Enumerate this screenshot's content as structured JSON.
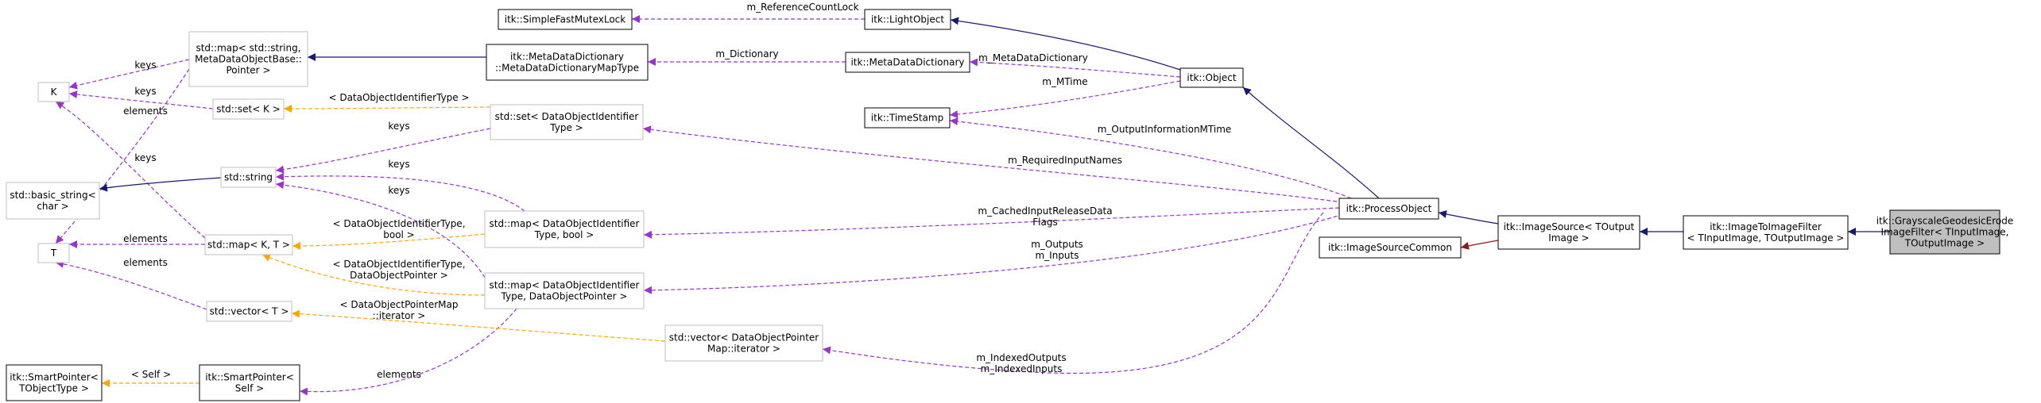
{
  "colors": {
    "inheritance": "#191970",
    "usage": "#9a32cd",
    "template": "#ffa500",
    "protected": "#8b1a1a"
  },
  "nodes": [
    {
      "id": "grayscale",
      "lines": [
        "itk::GrayscaleGeodesicErode",
        "ImageFilter< TInputImage,",
        "TOutputImage >"
      ],
      "style": "focus"
    },
    {
      "id": "imagetoimage",
      "lines": [
        "itk::ImageToImageFilter",
        "< TInputImage, TOutputImage >"
      ],
      "style": "normal"
    },
    {
      "id": "imagesource",
      "lines": [
        "itk::ImageSource< TOutput",
        "Image >"
      ],
      "style": "normal"
    },
    {
      "id": "imagesourcecommon",
      "lines": [
        "itk::ImageSourceCommon"
      ],
      "style": "normal"
    },
    {
      "id": "processobject",
      "lines": [
        "itk::ProcessObject"
      ],
      "style": "normal"
    },
    {
      "id": "object",
      "lines": [
        "itk::Object"
      ],
      "style": "normal"
    },
    {
      "id": "lightobject",
      "lines": [
        "itk::LightObject"
      ],
      "style": "normal"
    },
    {
      "id": "simplefastmutexlock",
      "lines": [
        "itk::SimpleFastMutexLock"
      ],
      "style": "normal"
    },
    {
      "id": "metadatadictionary",
      "lines": [
        "itk::MetaDataDictionary"
      ],
      "style": "normal"
    },
    {
      "id": "metadatadictionarymaptype",
      "lines": [
        "itk::MetaDataDictionary",
        "::MetaDataDictionaryMapType"
      ],
      "style": "normal"
    },
    {
      "id": "timestamp",
      "lines": [
        "itk::TimeStamp"
      ],
      "style": "normal"
    },
    {
      "id": "stdmap_string",
      "lines": [
        "std::map< std::string,",
        "MetaDataObjectBase::",
        "Pointer >"
      ],
      "style": "grey"
    },
    {
      "id": "K",
      "lines": [
        "K"
      ],
      "style": "grey"
    },
    {
      "id": "stdset_K",
      "lines": [
        "std::set< K >"
      ],
      "style": "grey"
    },
    {
      "id": "stdset_doi",
      "lines": [
        "std::set< DataObjectIdentifier",
        "Type >"
      ],
      "style": "grey"
    },
    {
      "id": "stdstring",
      "lines": [
        "std::string"
      ],
      "style": "grey"
    },
    {
      "id": "basic_string",
      "lines": [
        "std::basic_string<",
        "char >"
      ],
      "style": "grey"
    },
    {
      "id": "T",
      "lines": [
        "T"
      ],
      "style": "grey"
    },
    {
      "id": "stdmap_KT",
      "lines": [
        "std::map< K, T >"
      ],
      "style": "grey"
    },
    {
      "id": "stdmap_doi_bool",
      "lines": [
        "std::map< DataObjectIdentifier",
        "Type, bool >"
      ],
      "style": "grey"
    },
    {
      "id": "stdmap_doi_ptr",
      "lines": [
        "std::map< DataObjectIdentifier",
        "Type, DataObjectPointer >"
      ],
      "style": "grey"
    },
    {
      "id": "stdvector_T",
      "lines": [
        "std::vector< T >"
      ],
      "style": "grey"
    },
    {
      "id": "stdvector_dop",
      "lines": [
        "std::vector< DataObjectPointer",
        "Map::iterator >"
      ],
      "style": "grey"
    },
    {
      "id": "smartpointer_self",
      "lines": [
        "itk::SmartPointer<",
        "Self >"
      ],
      "style": "normal"
    },
    {
      "id": "smartpointer_tobj",
      "lines": [
        "itk::SmartPointer<",
        "TObjectType >"
      ],
      "style": "normal"
    }
  ],
  "edges": [
    {
      "id": "e1",
      "kind": "inheritance"
    },
    {
      "id": "e2",
      "kind": "inheritance"
    },
    {
      "id": "e3",
      "kind": "inheritance"
    },
    {
      "id": "e4",
      "kind": "protected"
    },
    {
      "id": "e5",
      "kind": "inheritance"
    },
    {
      "id": "e6",
      "kind": "inheritance"
    },
    {
      "id": "e7",
      "kind": "usage",
      "label": [
        "m_ReferenceCountLock"
      ]
    },
    {
      "id": "e8",
      "kind": "usage",
      "label": [
        "m_MetaDataDictionary"
      ]
    },
    {
      "id": "e9",
      "kind": "usage",
      "label": [
        "m_Dictionary"
      ]
    },
    {
      "id": "e10",
      "kind": "inheritance"
    },
    {
      "id": "e11",
      "kind": "usage",
      "label": [
        "m_MTime"
      ]
    },
    {
      "id": "e12",
      "kind": "usage",
      "label": [
        "m_OutputInformationMTime"
      ]
    },
    {
      "id": "e13",
      "kind": "usage",
      "label": [
        "m_RequiredInputNames"
      ]
    },
    {
      "id": "e14",
      "kind": "usage",
      "label": [
        "m_CachedInputReleaseData",
        "Flags"
      ]
    },
    {
      "id": "e15",
      "kind": "usage",
      "label": [
        "m_Outputs",
        "m_Inputs"
      ]
    },
    {
      "id": "e16",
      "kind": "usage",
      "label": [
        "m_IndexedOutputs",
        "m_IndexedInputs"
      ]
    },
    {
      "id": "e17",
      "kind": "usage",
      "label": [
        "keys"
      ]
    },
    {
      "id": "e18",
      "kind": "usage",
      "label": [
        "keys"
      ]
    },
    {
      "id": "e19",
      "kind": "usage",
      "label": [
        "keys"
      ]
    },
    {
      "id": "e20",
      "kind": "usage",
      "label": [
        "keys"
      ]
    },
    {
      "id": "e21",
      "kind": "usage",
      "label": [
        "keys"
      ]
    },
    {
      "id": "e22",
      "kind": "usage",
      "label": [
        "keys"
      ]
    },
    {
      "id": "e23",
      "kind": "usage",
      "label": [
        "elements"
      ]
    },
    {
      "id": "e24",
      "kind": "usage",
      "label": [
        "elements"
      ]
    },
    {
      "id": "e25",
      "kind": "usage",
      "label": [
        "elements"
      ]
    },
    {
      "id": "e26",
      "kind": "usage",
      "label": [
        "elements"
      ]
    },
    {
      "id": "e27",
      "kind": "template",
      "label": [
        "< DataObjectIdentifierType >"
      ]
    },
    {
      "id": "e28",
      "kind": "template",
      "label": [
        "< DataObjectIdentifierType,",
        "bool >"
      ]
    },
    {
      "id": "e29",
      "kind": "template",
      "label": [
        "< DataObjectIdentifierType,",
        "DataObjectPointer >"
      ]
    },
    {
      "id": "e30",
      "kind": "template",
      "label": [
        "< DataObjectPointerMap",
        "::iterator >"
      ]
    },
    {
      "id": "e31",
      "kind": "template",
      "label": [
        "< Self >"
      ]
    },
    {
      "id": "e32",
      "kind": "inheritance"
    }
  ]
}
